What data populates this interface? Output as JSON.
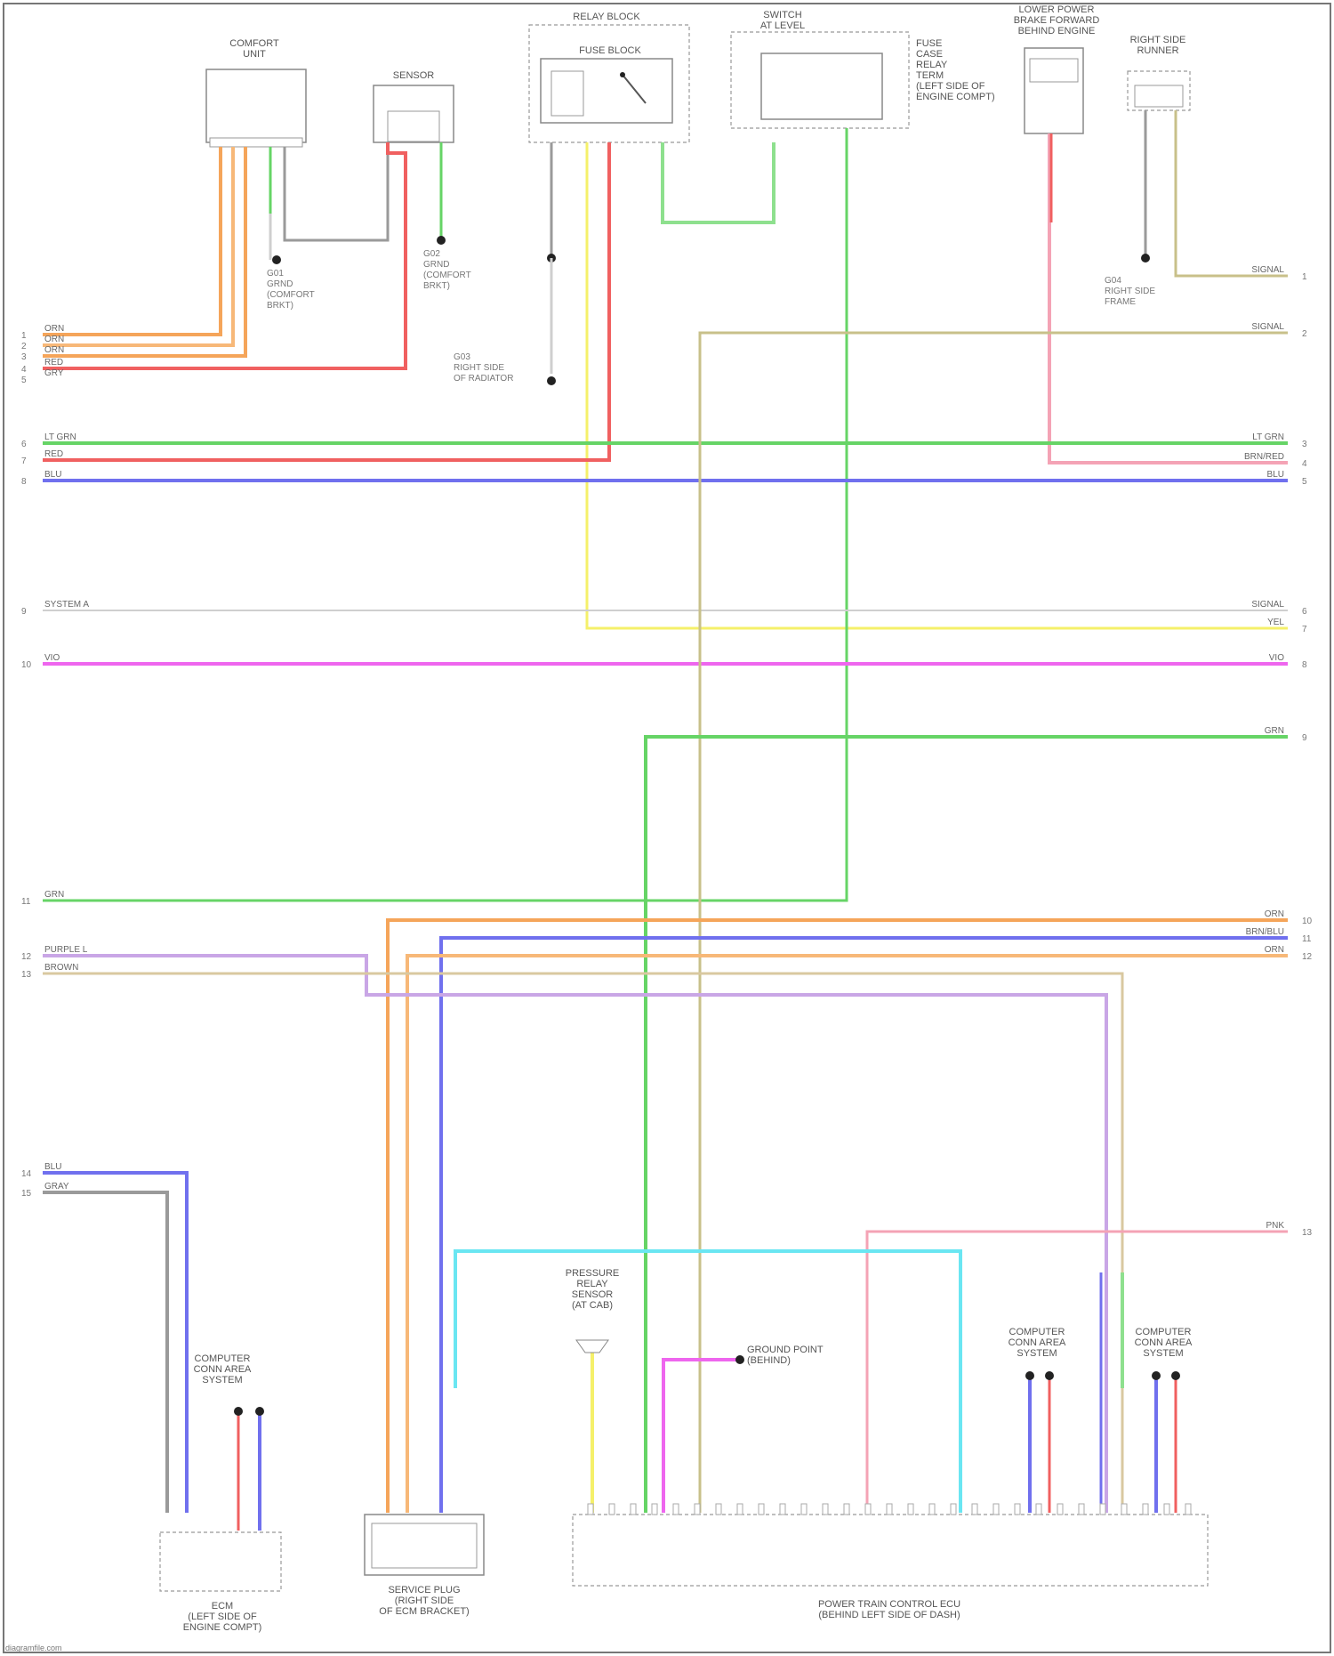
{
  "diagram": {
    "components": {
      "comfort_unit": {
        "name": "COMFORT\nUNIT"
      },
      "sensor": {
        "name": "SENSOR"
      },
      "relay_block": {
        "name": "RELAY BLOCK",
        "inner": "FUSE BLOCK"
      },
      "switch_block": {
        "name": "SWITCH\nAT LEVEL",
        "side_text": "FUSE\nCASE\nRELAY\nTERM\n(LEFT SIDE OF\nENGINE COMPT)"
      },
      "lower_unit": {
        "name": "LOWER POWER\nBRAKE FORWARD\nBEHIND ENGINE"
      },
      "right_sensor": {
        "name": "RIGHT SIDE\nRUNNER"
      },
      "pressure_sensor": {
        "name": "PRESSURE\nRELAY\nSENSOR\n(AT CAB)"
      },
      "ground_point": {
        "name": "GROUND POINT\n(BEHIND)"
      },
      "conn_left": {
        "name": "COMPUTER\nCONN AREA\nSYSTEM"
      },
      "conn_mid": {
        "name": "COMPUTER\nCONN AREA\nSYSTEM"
      },
      "conn_right": {
        "name": "COMPUTER\nCONN AREA\nSYSTEM"
      },
      "left_module": {
        "name": "ECM\n(LEFT SIDE OF\nENGINE COMPT)"
      },
      "service_plug": {
        "name": "SERVICE PLUG\n(RIGHT SIDE\nOF ECM BRACKET)"
      },
      "main_module": {
        "name": "POWER TRAIN CONTROL ECU\n(BEHIND LEFT SIDE OF DASH)"
      },
      "ground_a": {
        "name": "G01\nGRND\n(COMFORT\nBRKT)"
      },
      "ground_b": {
        "name": "G02\nGRND\n(COMFORT\nBRKT)"
      },
      "ground_c": {
        "name": "G03\nRIGHT SIDE\nOF RADIATOR"
      },
      "ground_d": {
        "name": "G04\nRIGHT SIDE\nFRAME"
      }
    },
    "wire_colors": {
      "orange": "#f5a55a",
      "light_orange": "#f7b878",
      "red": "#f06060",
      "green": "#66d466",
      "light_green": "#8ee08e",
      "blue": "#7070ee",
      "violet": "#a9a0f0",
      "yellow": "#f5f06a",
      "magenta": "#ee66ee",
      "gray": "#9a9a9a",
      "light_gray": "#cfcfcf",
      "pink": "#f4a3b5",
      "cyan": "#6ae6f2",
      "olive": "#c8c08a",
      "tan": "#d9c8a0",
      "lavender": "#c9a6e6"
    },
    "row_tags_left": [
      "ORN",
      "ORN",
      "ORN",
      "RED",
      "GRY",
      "LT GRN",
      "RED",
      "BLU",
      "SYSTEM A",
      "VIO",
      "GRN",
      "PURPLE L",
      "BROWN",
      "BLU",
      "GRAY"
    ],
    "row_tags_right": [
      "SIGNAL",
      "SIGNAL",
      "LT GRN",
      "BRN/RED",
      "BLU",
      "SIGNAL",
      "YEL",
      "VIO",
      "GRN",
      "ORN",
      "BRN/BLU",
      "ORN",
      "PNK"
    ],
    "pin_numbers": [
      "1",
      "2",
      "3",
      "4",
      "5",
      "6",
      "7",
      "8",
      "9",
      "10",
      "11",
      "12",
      "13",
      "14",
      "15"
    ],
    "footer": "diagramfile.com"
  }
}
